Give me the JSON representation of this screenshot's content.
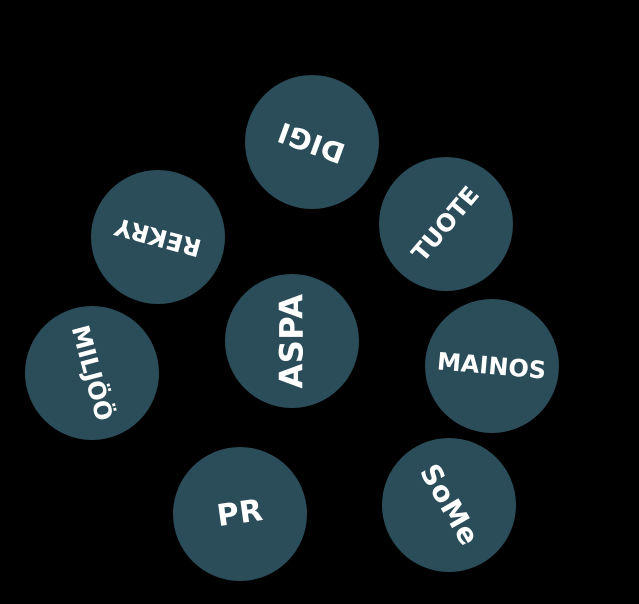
{
  "background_color": "#000000",
  "bubble_color": "#2a4d59",
  "label_color": "#ffffff",
  "bubbles": {
    "digi": "DIGI",
    "tuote": "TUOTE",
    "rekry": "REKRY",
    "aspa": "ASPA",
    "mainos": "MAINOS",
    "miljoo": "MILJÖÖ",
    "pr": "PR",
    "some": "SoMe"
  }
}
